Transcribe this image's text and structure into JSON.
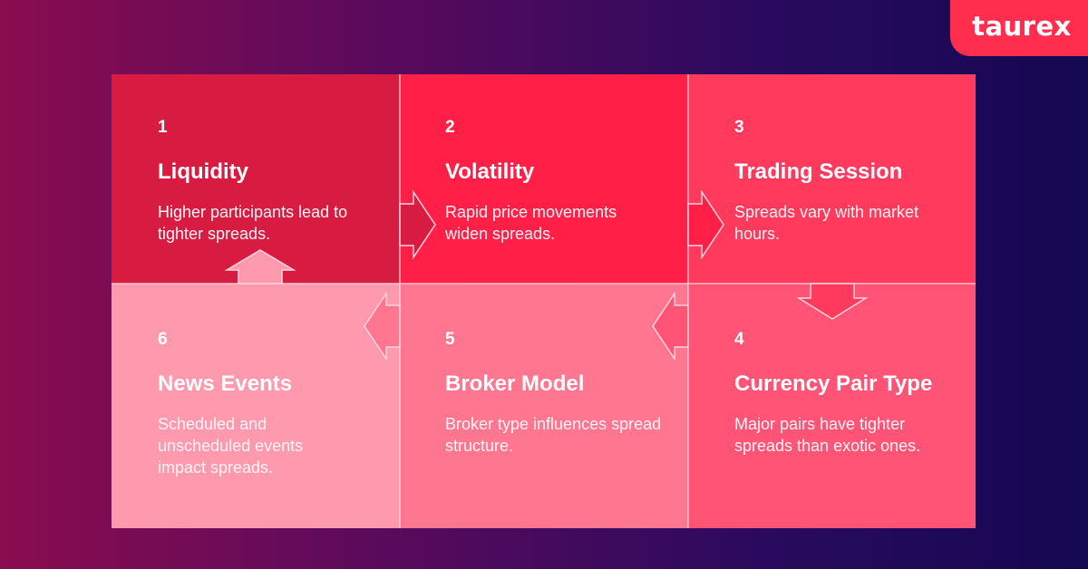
{
  "brand": {
    "logo_text": "taurex",
    "accent": "#ff2d4e"
  },
  "diagram": {
    "title": "",
    "steps": [
      {
        "number": "1",
        "title": "Liquidity",
        "description": "Higher participants lead to tighter spreads.",
        "color": "#d81b40"
      },
      {
        "number": "2",
        "title": "Volatility",
        "description": "Rapid price movements widen spreads.",
        "color": "#ff1f47"
      },
      {
        "number": "3",
        "title": "Trading Session",
        "description": "Spreads vary with market hours.",
        "color": "#ff3a5c"
      },
      {
        "number": "4",
        "title": "Currency Pair Type",
        "description": "Major pairs have tighter spreads than exotic ones.",
        "color": "#ff5475"
      },
      {
        "number": "5",
        "title": "Broker Model",
        "description": "Broker type influences spread structure.",
        "color": "#ff7690"
      },
      {
        "number": "6",
        "title": "News Events",
        "description": "Scheduled and unscheduled events impact spreads.",
        "color": "#ff9aae"
      }
    ],
    "flow": [
      "1 → 2",
      "2 → 3",
      "3 → 4",
      "4 → 5",
      "5 → 6",
      "6 → 1"
    ]
  }
}
